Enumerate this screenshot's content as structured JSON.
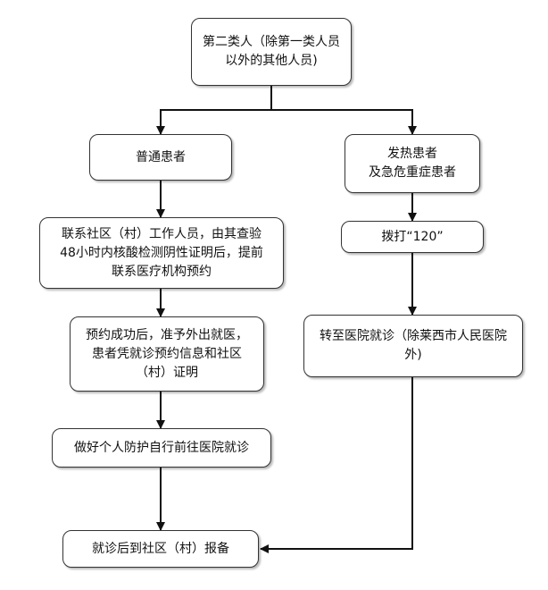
{
  "nodes": {
    "category2": "第二类人（除第一类人员\n以外的其他人员)",
    "ordinary": "普通患者",
    "fever": "发热患者\n及急危重症患者",
    "contact": "联系社区（村）工作人员，由其查验\n48小时内核酸检测阴性证明后，提前\n联系医疗机构预约",
    "call120": "拨打“120”",
    "approved": "预约成功后，准予外出就医，\n患者凭就诊预约信息和社区\n（村）证明",
    "transfer": "转至医院就诊（除莱西市人民医院\n外)",
    "protect": "做好个人防护自行前往医院就诊",
    "report": "就诊后到社区（村）报备"
  }
}
